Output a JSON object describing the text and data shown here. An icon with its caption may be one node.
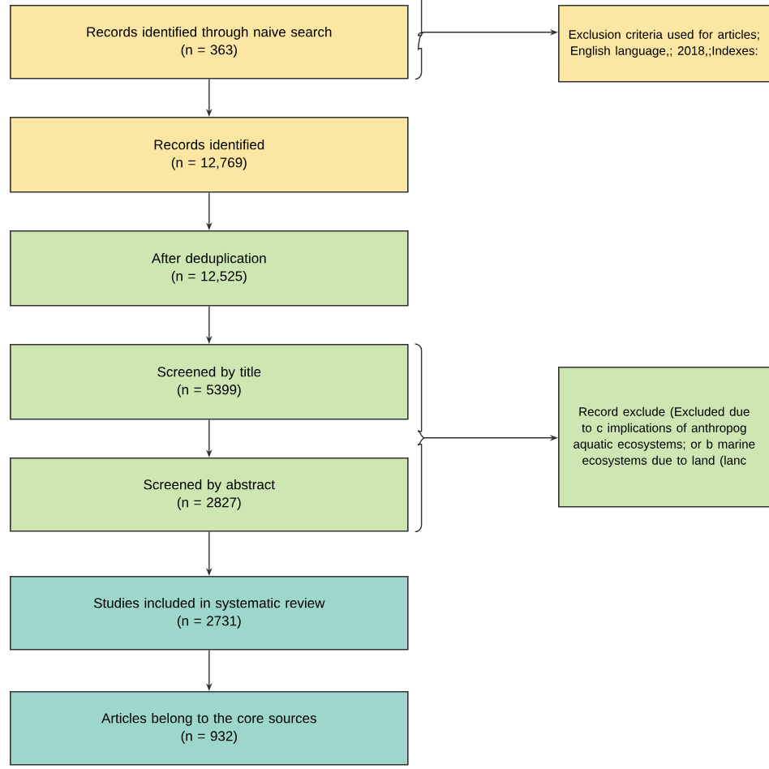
{
  "diagram": {
    "nodes": [
      {
        "text": [
          "Records identified through naive search",
          "(n = 363)"
        ]
      },
      {
        "text": [
          "Records identified",
          "(n = 12,769)"
        ]
      },
      {
        "text": [
          "After deduplication",
          "(n = 12,525)"
        ]
      },
      {
        "text": [
          "Screened by title",
          "(n = 5399)"
        ]
      },
      {
        "text": [
          "Screened by abstract",
          "(n = 2827)"
        ]
      },
      {
        "text": [
          "Studies included in systematic review",
          "(n = 2731)"
        ]
      },
      {
        "text": [
          "Articles belong to the core sources",
          "(n = 932)"
        ]
      },
      {
        "text": [
          "Exclusion criteria used for articles; English language,; 2018,;Indexes:"
        ]
      },
      {
        "text": [
          "Record exclude (Excluded due to c implications of anthropog aquatic ecosystems; or b marine ecosystems due to land (lanc"
        ]
      }
    ],
    "edges": [
      {
        "from": 0,
        "to": 1,
        "arrow": "to"
      },
      {
        "from": 1,
        "to": 2,
        "arrow": "to"
      },
      {
        "from": 2,
        "to": 3,
        "arrow": "to"
      },
      {
        "from": 3,
        "to": 4,
        "arrow": "to"
      },
      {
        "from": 4,
        "to": 5,
        "arrow": "to"
      },
      {
        "from": 5,
        "to": 6,
        "arrow": "to"
      },
      {
        "from": 0,
        "to": 7,
        "arrow": "to"
      },
      {
        "from": 3,
        "to": 8,
        "arrow": "to"
      },
      {
        "from": 4,
        "to": 8,
        "arrow": "to"
      }
    ]
  }
}
